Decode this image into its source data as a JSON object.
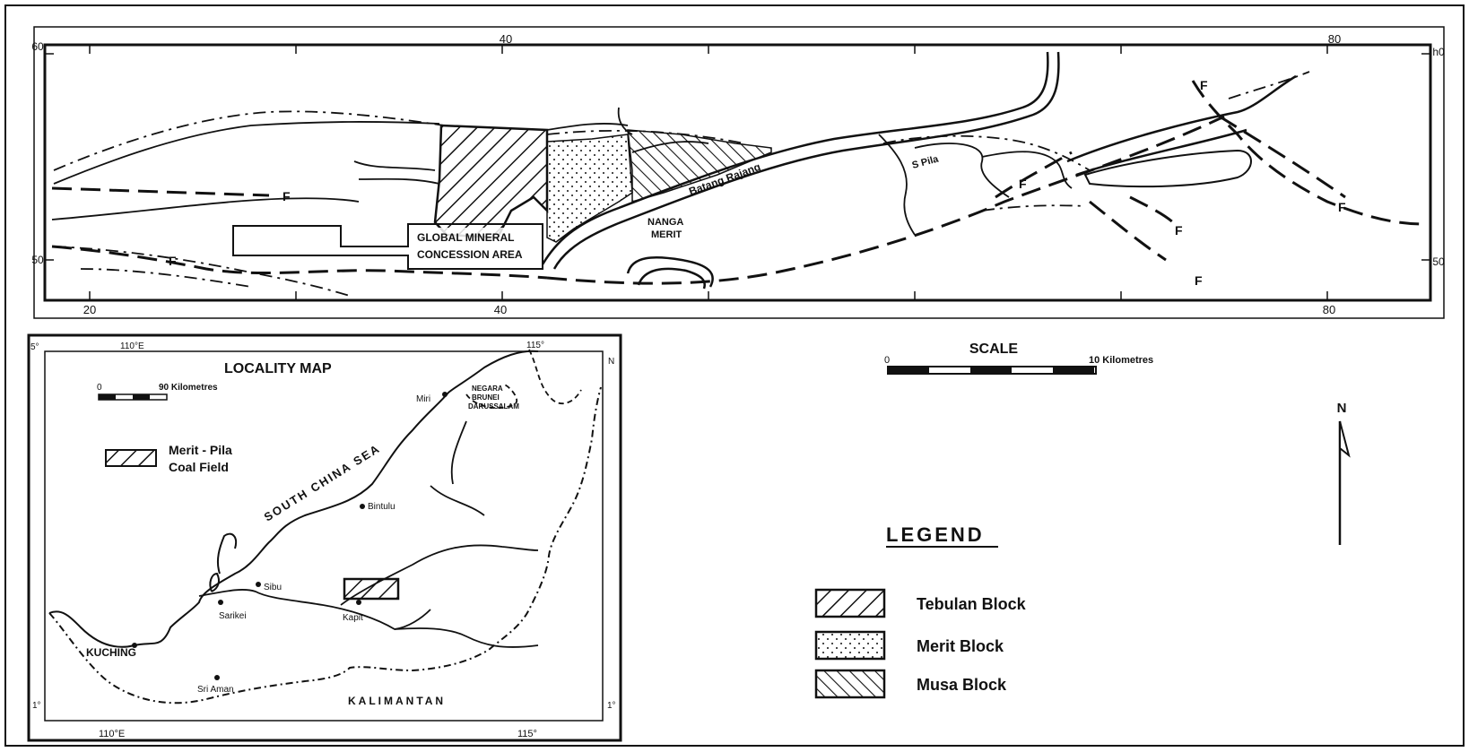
{
  "main_map": {
    "axis_top": {
      "left": "40",
      "right": "80"
    },
    "axis_bottom": {
      "left": "20",
      "mid": "40",
      "right": "80"
    },
    "axis_left": {
      "top": "60",
      "bottom": "50"
    },
    "axis_right": {
      "top": "h0",
      "bottom": "50"
    },
    "labels": {
      "concession_1": "GLOBAL MINERAL",
      "concession_2": "CONCESSION AREA",
      "nanga_1": "NANGA",
      "nanga_2": "MERIT",
      "river": "Batang Rajang",
      "s_pila": "S Pila",
      "fault": "F"
    }
  },
  "locality_map": {
    "title": "LOCALITY MAP",
    "axis": {
      "top_left": "110°E",
      "top_right": "115°",
      "bottom_left": "110°E",
      "bottom_right": "115°",
      "lat_top": "5°",
      "lat_bottom": "1°",
      "n_top": "N",
      "n_bottom": "1°"
    },
    "scale": {
      "zero": "0",
      "label": "90 Kilometres"
    },
    "legend_label_1": "Merit - Pila",
    "legend_label_2": "Coal Field",
    "places": {
      "sea": "SOUTH CHINA SEA",
      "miri": "Miri",
      "brunei_1": "NEGARA",
      "brunei_2": "BRUNEI",
      "brunei_3": "DARUSSALAM",
      "bintulu": "Bintulu",
      "sibu": "Sibu",
      "sarikei": "Sarikei",
      "kapit": "Kapit",
      "kuching": "KUCHING",
      "sri_aman": "Sri Aman",
      "kalimantan": "KALIMANTAN"
    }
  },
  "scale": {
    "title": "SCALE",
    "zero": "0",
    "label": "10 Kilometres"
  },
  "north_arrow": {
    "label": "N"
  },
  "legend": {
    "title": "LEGEND",
    "items": [
      {
        "label": "Tebulan Block",
        "pattern": "diag-right"
      },
      {
        "label": "Merit Block",
        "pattern": "dots"
      },
      {
        "label": "Musa Block",
        "pattern": "diag-left"
      }
    ]
  }
}
